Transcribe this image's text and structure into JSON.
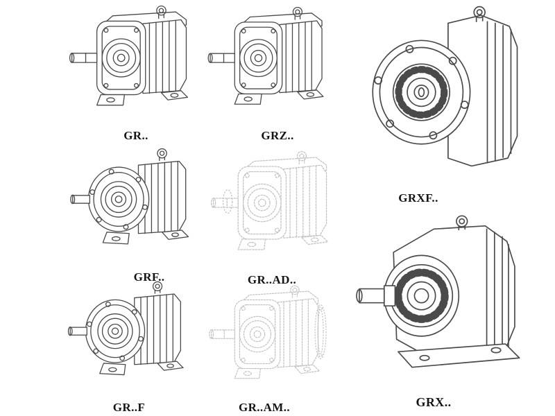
{
  "page": {
    "background": "#ffffff",
    "line_color": "#4a4a4a",
    "ghost_line_color": "#c3c3c3",
    "label_color": "#141414"
  },
  "models": [
    {
      "label": "GR..",
      "drawing": "foot-mounted-helical-gearbox-drawing"
    },
    {
      "label": "GRZ..",
      "drawing": "foot-mounted-helical-gearbox-drawing"
    },
    {
      "label": "GRXF..",
      "drawing": "large-flange-mounted-gearbox-drawing"
    },
    {
      "label": "GRF..",
      "drawing": "flange-foot-helical-gearbox-drawing"
    },
    {
      "label": "GR..AD..",
      "drawing": "ghost-gearbox-with-input-adapter-drawing"
    },
    {
      "label": "GR..F",
      "drawing": "flange-foot-helical-gearbox-drawing"
    },
    {
      "label": "GR..AM..",
      "drawing": "ghost-gearbox-with-motor-flange-drawing"
    },
    {
      "label": "GRX..",
      "drawing": "large-foot-mounted-gearbox-drawing"
    }
  ]
}
